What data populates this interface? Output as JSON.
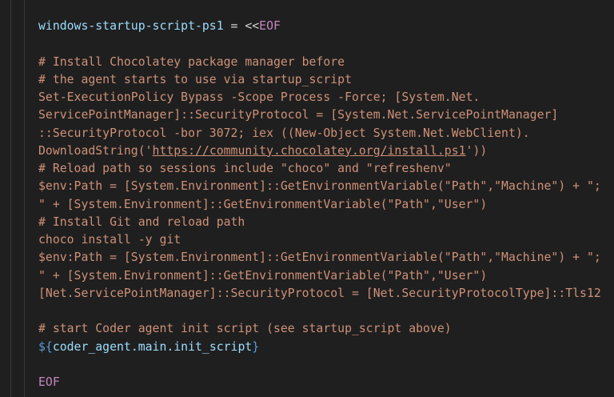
{
  "editor": {
    "colors": {
      "background": "#1f1f1f",
      "string": "#ce9178",
      "variable": "#9cdcfe",
      "keyword": "#c586c0",
      "brace": "#569cd6",
      "operator": "#d4d4d4"
    },
    "lines": [
      [
        {
          "t": "windows-startup-script-ps1",
          "c": "var"
        },
        {
          "t": " = <<",
          "c": "op"
        },
        {
          "t": "EOF",
          "c": "kw"
        }
      ],
      [],
      [
        {
          "t": "# Install Chocolatey package manager before",
          "c": "str"
        }
      ],
      [
        {
          "t": "# the agent starts to use via startup_script",
          "c": "str"
        }
      ],
      [
        {
          "t": "Set-ExecutionPolicy Bypass -Scope Process -Force; [System.Net.",
          "c": "str"
        }
      ],
      [
        {
          "t": "ServicePointManager]::SecurityProtocol = [System.Net.ServicePointManager]",
          "c": "str"
        }
      ],
      [
        {
          "t": "::SecurityProtocol -bor 3072; iex ((New-Object System.Net.WebClient).",
          "c": "str"
        }
      ],
      [
        {
          "t": "DownloadString('",
          "c": "str"
        },
        {
          "t": "https://community.chocolatey.org/install.ps1",
          "c": "link"
        },
        {
          "t": "'))",
          "c": "str"
        }
      ],
      [
        {
          "t": "# Reload path so sessions include \"choco\" and \"refreshenv\"",
          "c": "str"
        }
      ],
      [
        {
          "t": "$env:Path = [System.Environment]::GetEnvironmentVariable(\"Path\",\"Machine\") + \";",
          "c": "str"
        }
      ],
      [
        {
          "t": "\" + [System.Environment]::GetEnvironmentVariable(\"Path\",\"User\")",
          "c": "str"
        }
      ],
      [
        {
          "t": "# Install Git and reload path",
          "c": "str"
        }
      ],
      [
        {
          "t": "choco install -y git",
          "c": "str"
        }
      ],
      [
        {
          "t": "$env:Path = [System.Environment]::GetEnvironmentVariable(\"Path\",\"Machine\") + \";",
          "c": "str"
        }
      ],
      [
        {
          "t": "\" + [System.Environment]::GetEnvironmentVariable(\"Path\",\"User\")",
          "c": "str"
        }
      ],
      [
        {
          "t": "[Net.ServicePointManager]::SecurityProtocol = [Net.SecurityProtocolType]::Tls12",
          "c": "str"
        }
      ],
      [],
      [
        {
          "t": "# start Coder agent init script (see startup_script above)",
          "c": "str"
        }
      ],
      [
        {
          "t": "${",
          "c": "brace"
        },
        {
          "t": "coder_agent.main.init_script",
          "c": "var"
        },
        {
          "t": "}",
          "c": "brace"
        }
      ],
      [],
      [
        {
          "t": "EOF",
          "c": "kw"
        }
      ]
    ]
  }
}
